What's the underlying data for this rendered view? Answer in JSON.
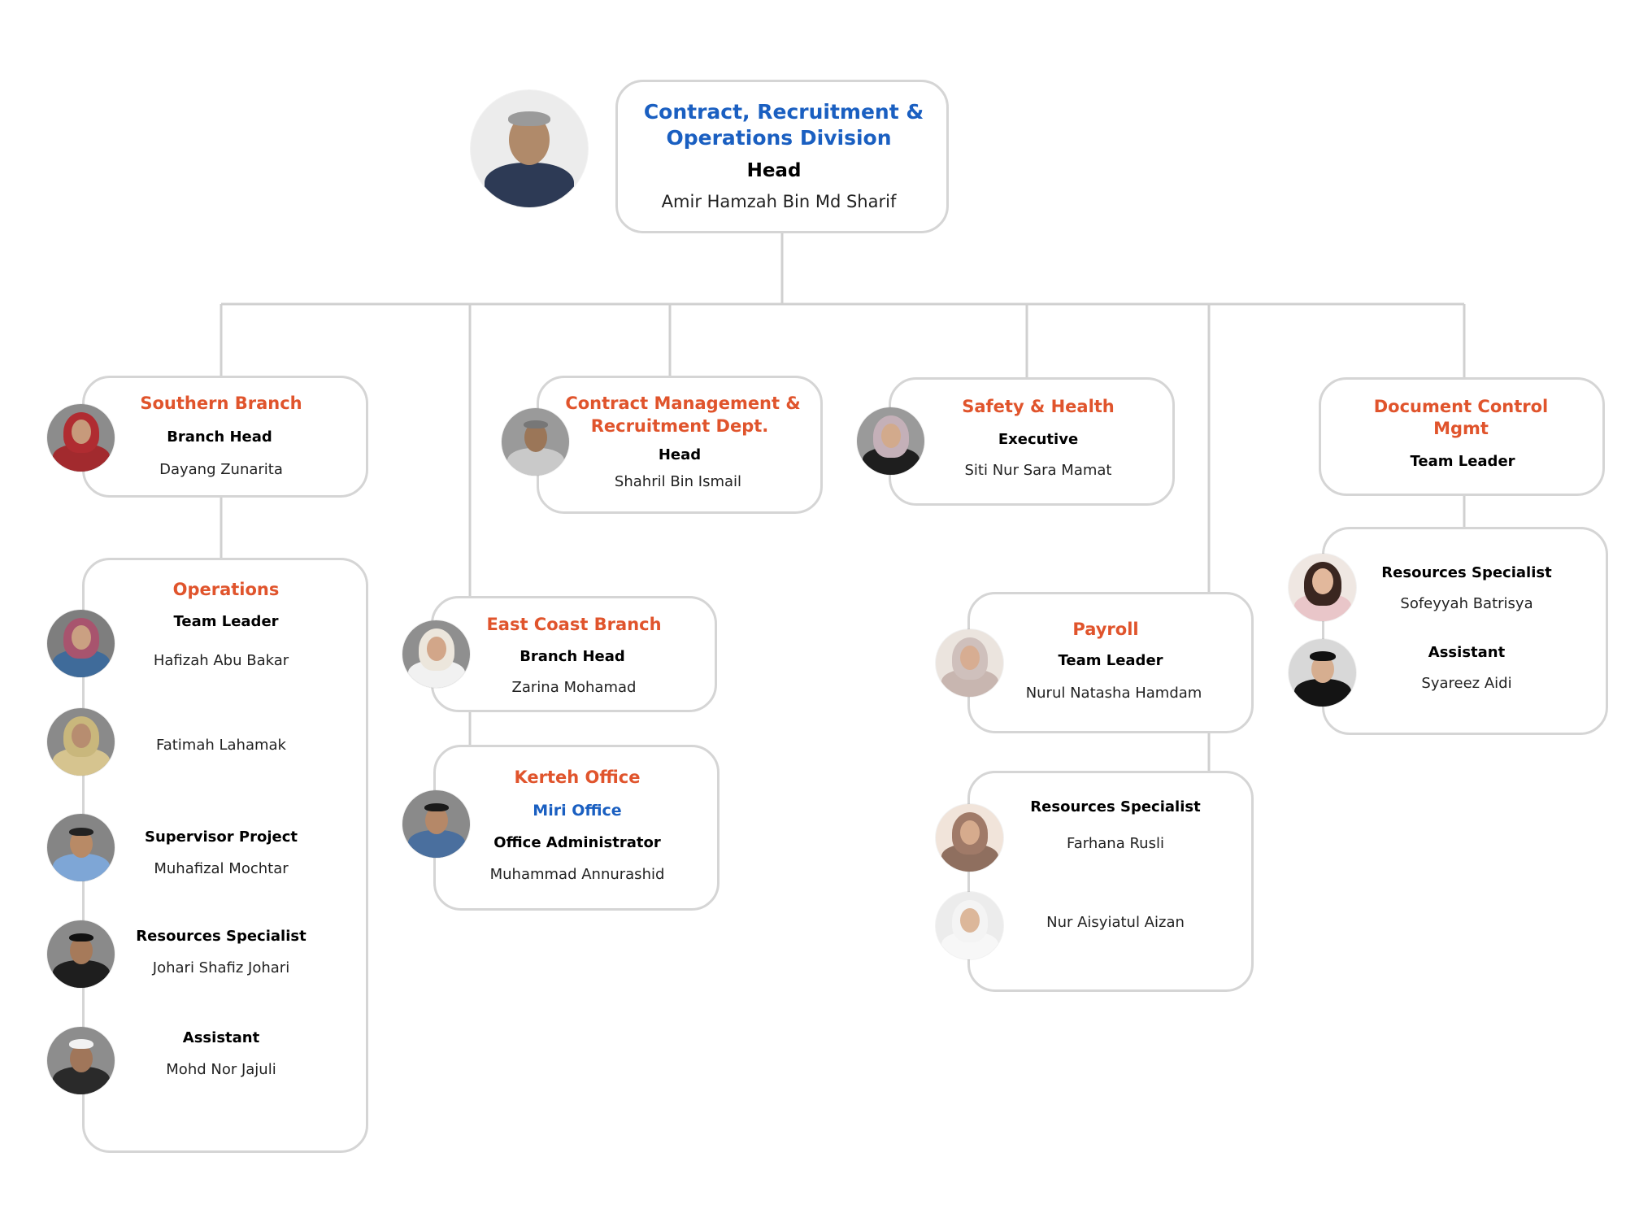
{
  "division": {
    "title_line1": "Contract, Recruitment &",
    "title_line2": "Operations Division",
    "role": "Head",
    "name": "Amir Hamzah Bin Md Sharif"
  },
  "southern_branch": {
    "title": "Southern Branch",
    "role": "Branch Head",
    "name": "Dayang Zunarita"
  },
  "operations": {
    "title": "Operations",
    "members": [
      {
        "role": "Team Leader",
        "name": "Hafizah Abu Bakar"
      },
      {
        "role": "",
        "name": "Fatimah Lahamak"
      },
      {
        "role": "Supervisor Project",
        "name": "Muhafizal Mochtar"
      },
      {
        "role": "Resources Specialist",
        "name": "Johari Shafiz Johari"
      },
      {
        "role": "Assistant",
        "name": "Mohd Nor Jajuli"
      }
    ]
  },
  "contract_mgmt": {
    "title_line1": "Contract Management &",
    "title_line2": "Recruitment Dept.",
    "role": "Head",
    "name": "Shahril Bin Ismail"
  },
  "east_coast": {
    "title": "East Coast Branch",
    "role": "Branch Head",
    "name": "Zarina Mohamad"
  },
  "kerteh": {
    "title": "Kerteh Office",
    "subtitle": "Miri Office",
    "role": "Office Administrator",
    "name": "Muhammad Annurashid"
  },
  "safety": {
    "title": "Safety & Health",
    "role": "Executive",
    "name": "Siti Nur Sara Mamat"
  },
  "payroll": {
    "title": "Payroll",
    "role": "Team Leader",
    "name": "Nurul Natasha Hamdam"
  },
  "payroll_team": {
    "role": "Resources Specialist",
    "names": [
      "Farhana Rusli",
      "Nur Aisyiatul Aizan"
    ]
  },
  "doc_control": {
    "title_line1": "Document Control",
    "title_line2": "Mgmt",
    "role": "Team Leader"
  },
  "doc_team": {
    "members": [
      {
        "role": "Resources Specialist",
        "name": "Sofeyyah Batrisya"
      },
      {
        "role": "Assistant",
        "name": "Syareez Aidi"
      }
    ]
  },
  "colors": {
    "division_title": "#1a5fc1",
    "unit_title": "#e0542c",
    "card_border": "#d5d5d5",
    "connector": "#d0d0d0"
  },
  "icons": [
    "person-photo"
  ]
}
